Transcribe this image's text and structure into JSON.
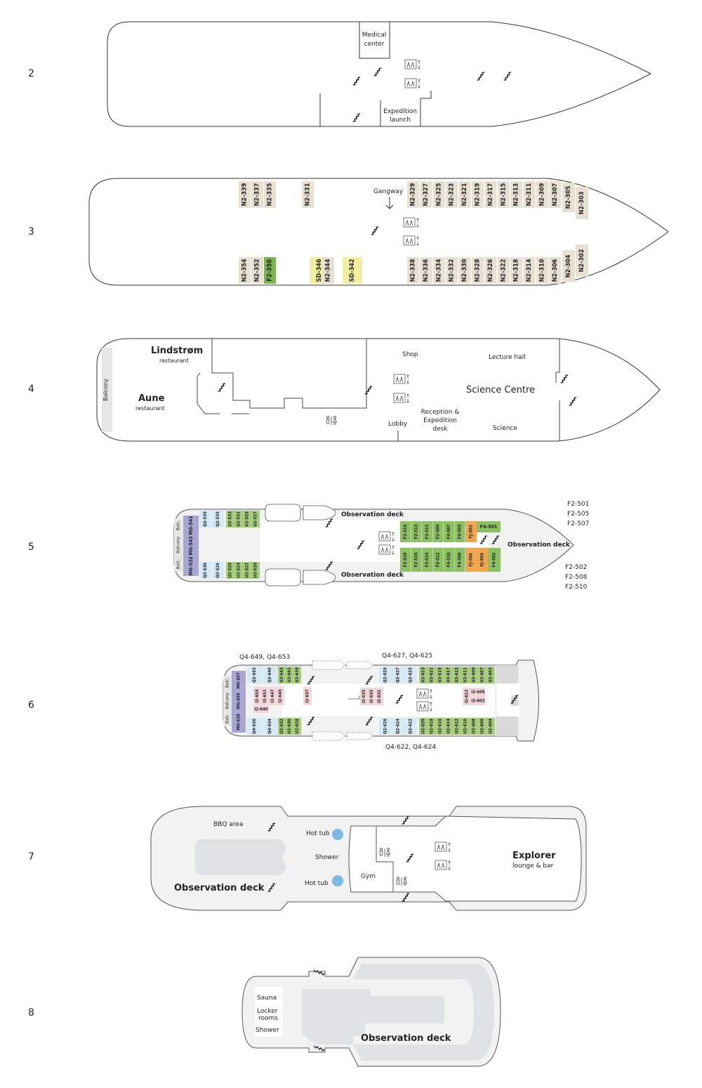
{
  "decks": [
    {
      "number": "2",
      "labels": {
        "medical": [
          "Medical",
          "center"
        ],
        "expedition": [
          "Expedition",
          "launch"
        ]
      }
    },
    {
      "number": "3",
      "labels": {
        "gangway": "Gangway"
      },
      "cabins_top": [
        {
          "id": "N2-339",
          "type": "N"
        },
        {
          "id": "N2-337",
          "type": "N"
        },
        {
          "id": "N2-335",
          "type": "N"
        },
        {
          "id": "N2-331",
          "type": "N"
        },
        {
          "id": "N2-329",
          "type": "N"
        },
        {
          "id": "N2-327",
          "type": "N"
        },
        {
          "id": "N2-325",
          "type": "N"
        },
        {
          "id": "N2-323",
          "type": "N"
        },
        {
          "id": "N2-321",
          "type": "N"
        },
        {
          "id": "N2-319",
          "type": "N"
        },
        {
          "id": "N2-317",
          "type": "N"
        },
        {
          "id": "N2-315",
          "type": "N"
        },
        {
          "id": "N2-313",
          "type": "N"
        },
        {
          "id": "N2-311",
          "type": "N"
        },
        {
          "id": "N2-309",
          "type": "N"
        },
        {
          "id": "N2-307",
          "type": "N"
        },
        {
          "id": "N2-305",
          "type": "N"
        },
        {
          "id": "N2-303",
          "type": "N"
        }
      ],
      "cabins_bottom": [
        {
          "id": "N2-354",
          "type": "N"
        },
        {
          "id": "N2-352",
          "type": "N"
        },
        {
          "id": "F2-350",
          "type": "F"
        },
        {
          "id": "SD-346",
          "type": "SD"
        },
        {
          "id": "N2-344",
          "type": "N"
        },
        {
          "id": "SD-342",
          "type": "SD"
        },
        {
          "id": "N2-338",
          "type": "N"
        },
        {
          "id": "N2-336",
          "type": "N"
        },
        {
          "id": "N2-334",
          "type": "N"
        },
        {
          "id": "N2-332",
          "type": "N"
        },
        {
          "id": "N2-330",
          "type": "N"
        },
        {
          "id": "N2-328",
          "type": "N"
        },
        {
          "id": "N2-326",
          "type": "N"
        },
        {
          "id": "N2-322",
          "type": "N"
        },
        {
          "id": "N2-318",
          "type": "N"
        },
        {
          "id": "N2-314",
          "type": "N"
        },
        {
          "id": "N2-310",
          "type": "N"
        },
        {
          "id": "N2-306",
          "type": "N"
        },
        {
          "id": "N2-304",
          "type": "N"
        },
        {
          "id": "N2-302",
          "type": "N"
        }
      ]
    },
    {
      "number": "4",
      "labels": {
        "balcony": "Balcony",
        "lindstrom": "Lindstrøm",
        "lindstrom_sub": "restaurant",
        "aune": "Aune",
        "aune_sub": "restaurant",
        "shop": "Shop",
        "lecture": "Lecture hall",
        "science_centre": "Science Centre",
        "science": "Science",
        "lobby": "Lobby",
        "reception": [
          "Reception &",
          "Expedition",
          "desk"
        ]
      }
    },
    {
      "number": "5",
      "labels": {
        "obs_top": "Observation deck",
        "obs_bottom": "Observation deck",
        "obs_bow": "Observation deck",
        "balc_top": "Balc.",
        "balcony": "Balcony",
        "balc_bottom": "Balc."
      },
      "note_top": [
        "F2-501",
        "F2-505",
        "F2-507"
      ],
      "note_bottom": [
        "F2-502",
        "F2-508",
        "F2-510"
      ],
      "cabins": {
        "suites": [
          "MG-541",
          "MG-543",
          "MG-532"
        ],
        "top_q": [
          "Q2-539",
          "Q2-535"
        ],
        "top_u": [
          "U2-533",
          "U2-531",
          "U2-529",
          "U2-527"
        ],
        "bot_q": [
          "Q2-530",
          "Q2-526"
        ],
        "bot_u": [
          "U2-526",
          "U2-524",
          "U2-522",
          "U2-520"
        ],
        "fwd_top": [
          "F2-515",
          "F2-513",
          "F2-511",
          "F2-509",
          "F4-507",
          "F4-505"
        ],
        "fwd_top_orange": [
          "FJ-503"
        ],
        "fwd_top_end": "F4-501",
        "fwd_bot": [
          "F2-518",
          "F2-516",
          "F2-514",
          "F2-512",
          "F4-510",
          "F4-508"
        ],
        "fwd_bot_orange": [
          "FJ-506",
          "FJ-504"
        ],
        "fwd_bot_end": "F4-502"
      }
    },
    {
      "number": "6",
      "labels": {
        "balc_top": "Balc.",
        "balcony": "Balcony",
        "balc_bottom": "Balc."
      },
      "note_top_left": "Q4-649,  Q4-653",
      "note_top_right": "Q4-627,  Q4-625",
      "note_bottom_right": "Q4-622, Q4-624",
      "cabins": {
        "suites": [
          "MG-657",
          "MG-659",
          "MG-638"
        ],
        "top_blue_left": [
          "Q2-653",
          "Q2-649"
        ],
        "top_green_left": [
          "U2-643",
          "U2-641",
          "U2-639"
        ],
        "mid_pink_left": [
          "I2-655",
          "I2-651",
          "I2-647",
          "I2-645"
        ],
        "mid_single": "I2-640",
        "mid_pink_637": "I2-637",
        "bot_blue_left": [
          "Q4-636",
          "Q4-634"
        ],
        "bot_green_left": [
          "U2-632",
          "U2-630",
          "U2-628"
        ],
        "mid_pink_center": [
          "I2-635",
          "I2-633",
          "I2-631"
        ],
        "top_blue_right": [
          "Q2-629",
          "Q2-627",
          "Q2-625"
        ],
        "top_green_right": [
          "U2-623",
          "U2-621",
          "U2-619",
          "U2-617",
          "U2-615",
          "U2-611",
          "U2-609",
          "U2-607",
          "U2-603"
        ],
        "mid_pink_right": [
          "I2-613"
        ],
        "mid_pink_right_pair": [
          "I2-605",
          "I2-602"
        ],
        "bot_blue_right": [
          "Q2-626",
          "Q2-624",
          "Q2-622"
        ],
        "bot_green_right": [
          "U2-620",
          "U2-618",
          "U2-616",
          "U2-614",
          "U2-612",
          "U2-610",
          "U2-608",
          "U2-606",
          "U2-604"
        ]
      }
    },
    {
      "number": "7",
      "labels": {
        "bbq": "BBQ area",
        "hottub1": "Hot tub",
        "shower": "Shower",
        "hottub2": "Hot tub",
        "obs": "Observation deck",
        "gym": "Gym",
        "explorer": "Explorer",
        "explorer_sub": "lounge & bar"
      }
    },
    {
      "number": "8",
      "labels": {
        "sauna": "Sauna",
        "locker1": "Locker",
        "locker2": "rooms",
        "shower": "Shower",
        "obs": "Observation deck"
      }
    }
  ],
  "colors": {
    "N": "#e8e0d3",
    "F": "#7ab552",
    "SD": "#f2eea2",
    "Q": "#d6e9f5",
    "U": "#a6cc7e",
    "MG": "#a9a6d4",
    "FJ": "#efa64e",
    "F5": "#8cc063",
    "I": "#f2d6d9",
    "deck_grey": "#f2f2f2",
    "pool_grey": "#e0e3e5",
    "hottub": "#7bb8e3",
    "hull": "#333333"
  },
  "icons": [
    "elevator-icon",
    "stairs-icon",
    "toilet-icon",
    "arrow-down-icon"
  ]
}
